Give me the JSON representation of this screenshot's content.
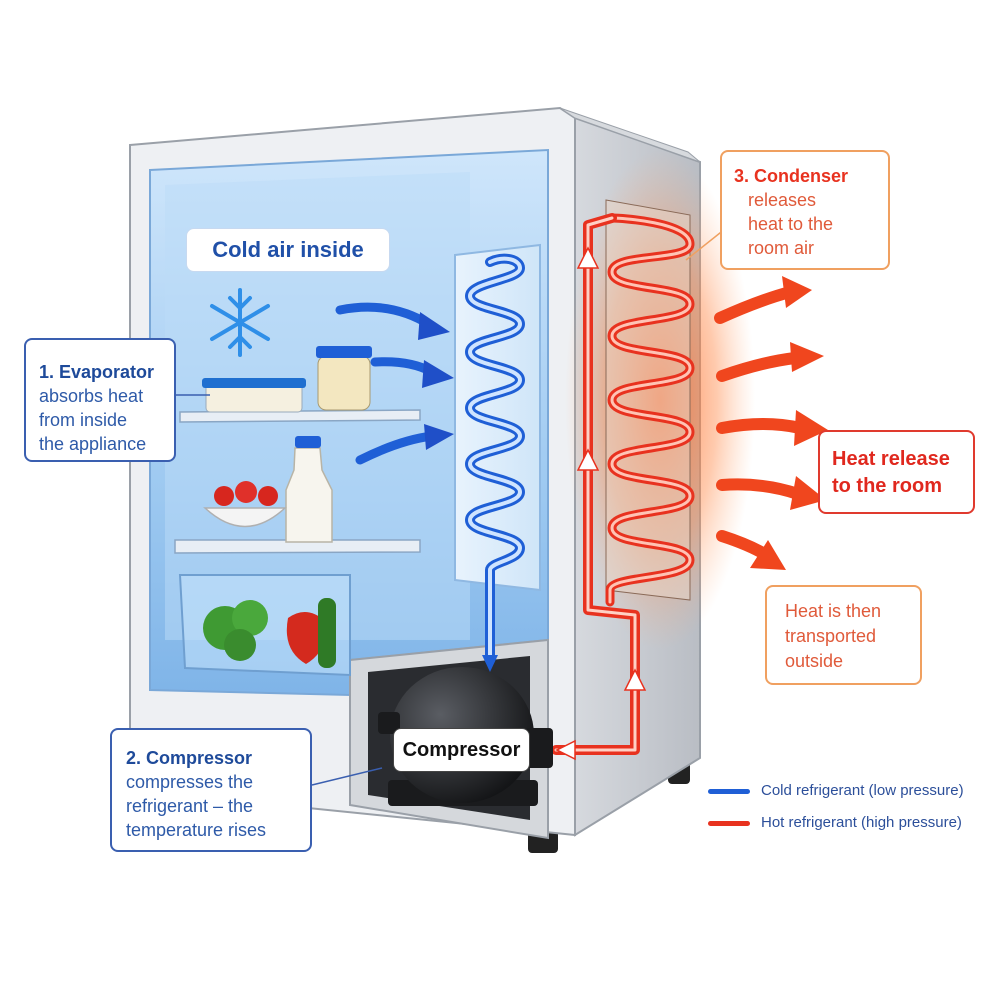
{
  "labels": {
    "cold_air_inside": "Cold air inside",
    "compressor": "Compressor"
  },
  "callouts": {
    "evaporator": {
      "title": "1. Evaporator",
      "text": "absorbs heat\nfrom inside\nthe appliance"
    },
    "compressor": {
      "title": "2. Compressor",
      "text": "compresses the\nrefrigerant – the\ntemperature rises"
    },
    "condenser": {
      "title": "3. Condenser",
      "text": "releases\nheat to the\nroom air"
    },
    "heat_release": {
      "title": "Heat release\nto the room"
    },
    "heat_transport": {
      "text": "Heat is then\ntransported\noutside"
    }
  },
  "legend": [
    {
      "label": "Cold refrigerant (low pressure)",
      "color": "#1f5fd6"
    },
    {
      "label": "Hot refrigerant (high pressure)",
      "color": "#e8321f"
    }
  ],
  "colors": {
    "cold_line": "#1f5fd6",
    "hot_line": "#e8321f",
    "heat_arrow": "#f0461e",
    "fridge_body": "#e6e9ee",
    "interior": "#a9d3f5"
  },
  "icons": [
    "snowflake-icon",
    "heat-arrow-icon",
    "cold-air-arrow-icon"
  ]
}
